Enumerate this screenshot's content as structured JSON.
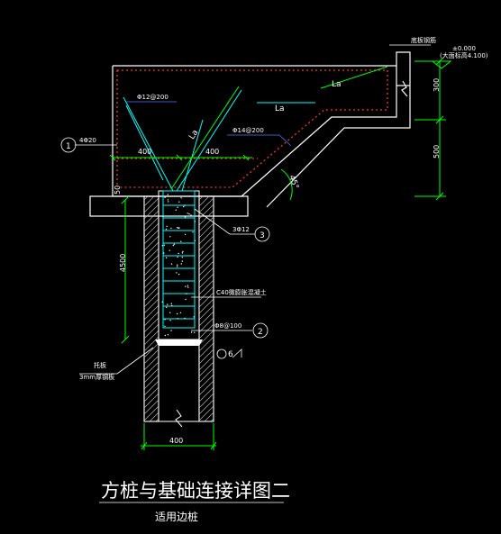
{
  "drawing": {
    "title": "方桩与基础连接详图二",
    "subtitle": "适用边桩",
    "colors": {
      "background": "#000000",
      "line_white": "#ffffff",
      "line_green": "#00ff00",
      "rebar_red": "#ff3030",
      "rebar_cyan": "#00ffff",
      "leader_blue": "#4a7dff",
      "hatch_gray": "#bdbdbd"
    }
  },
  "labels": {
    "top_note": "底板钢筋",
    "elev_value": "±0.000",
    "elev_note": "(大面标高4.100)",
    "la_1": "La",
    "la_2": "La",
    "la_3": "La",
    "rebar_a": "Φ12@200",
    "rebar_b": "Φ14@200",
    "rebar_c": "4Φ20",
    "circle_1": "1",
    "circle_2": "2",
    "circle_3": "3",
    "rebar_d": "3Φ12",
    "concrete": "C40微膨胀混凝土",
    "stirrup": "Φ8@100",
    "angle": "45°",
    "mark_6": "6",
    "plate_1": "托板",
    "plate_2": "3mm厚钢板",
    "dim_400_a": "400",
    "dim_400_b": "400",
    "dim_300": "300",
    "dim_500": "500",
    "dim_50": "50",
    "dim_4500": "4500",
    "dim_400_bottom": "400"
  }
}
